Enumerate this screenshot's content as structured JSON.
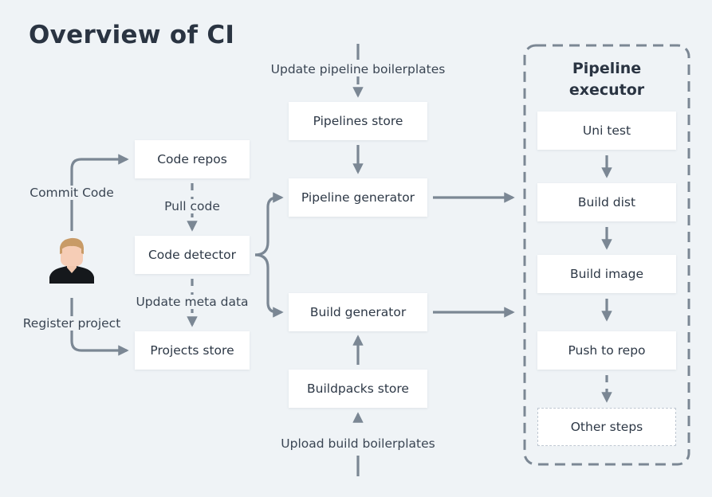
{
  "title": "Overview of CI",
  "executor": {
    "title_line1": "Pipeline",
    "title_line2": "executor",
    "steps": [
      "Uni test",
      "Build dist",
      "Build image",
      "Push to repo"
    ],
    "other_steps": "Other steps"
  },
  "boxes": {
    "code_repos": "Code repos",
    "code_detector": "Code detector",
    "projects_store": "Projects store",
    "pipelines_store": "Pipelines store",
    "pipeline_generator": "Pipeline generator",
    "build_generator": "Build generator",
    "buildpacks_store": "Buildpacks store"
  },
  "labels": {
    "commit_code": "Commit Code",
    "register_project": "Register project",
    "pull_code": "Pull code",
    "update_meta_data": "Update meta data",
    "update_pipeline_boilerplates": "Update pipeline boilerplates",
    "upload_build_boilerplates": "Upload build boilerplates"
  },
  "colors": {
    "background": "#eff3f6",
    "connector": "#7b8794",
    "box": "#ffffff",
    "text": "#2d3846"
  },
  "icons": {
    "user": "person-avatar-icon"
  }
}
